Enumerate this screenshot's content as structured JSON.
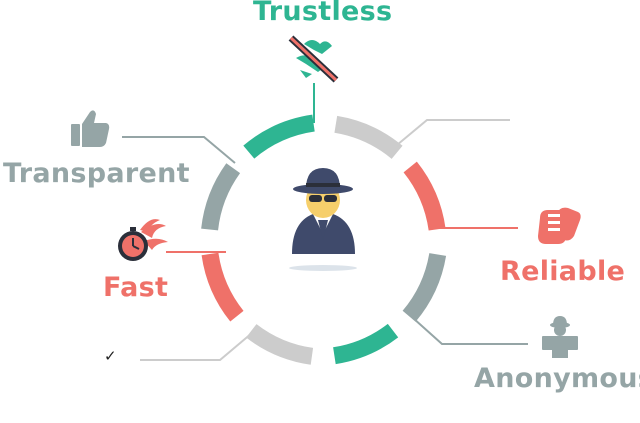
{
  "features": {
    "trustless": "Trustless",
    "transparent": "Transparent",
    "fast": "Fast",
    "reliable": "Reliable",
    "anonymous": "Anonymous"
  },
  "checkmark": "✓",
  "icons": {
    "center": "spy-agent-icon",
    "trustless": "handshake-crossed-icon",
    "transparent": "thumbs-up-icon",
    "fast": "stopwatch-flame-icon",
    "reliable": "fist-bump-icon",
    "anonymous": "spy-at-computer-icon"
  },
  "colors": {
    "green": "#2eb592",
    "gray": "#95a5a6",
    "lightgray": "#cccccc",
    "red": "#ef7169",
    "navy": "#3f4a6b",
    "skin": "#f6cf6b"
  }
}
